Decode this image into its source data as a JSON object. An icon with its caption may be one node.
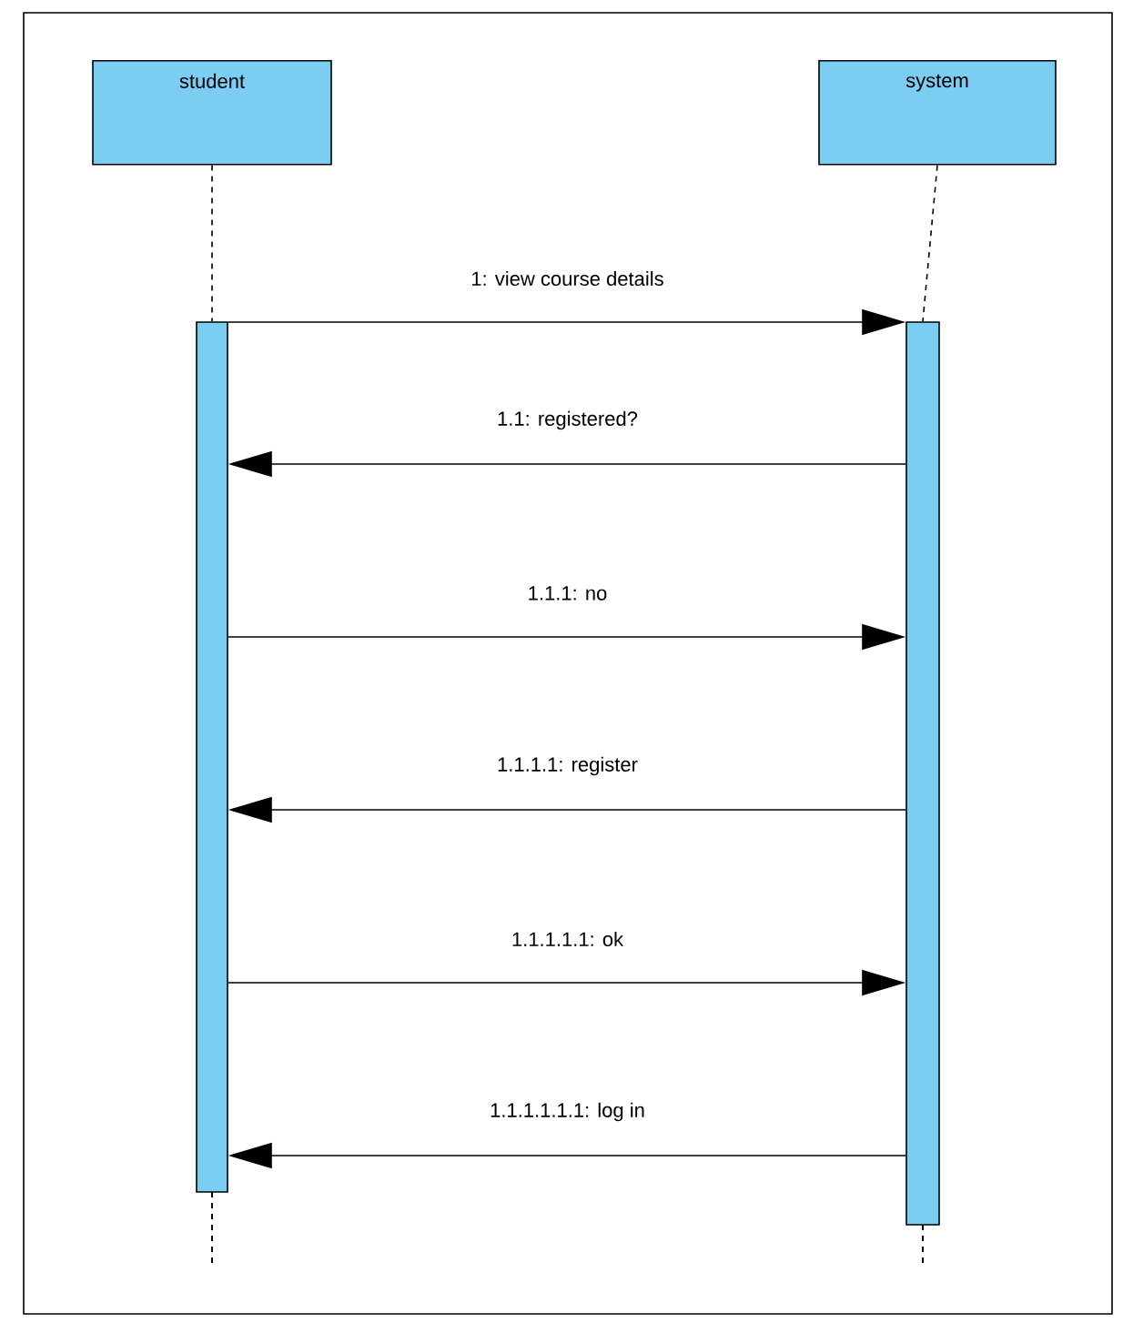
{
  "diagram": {
    "nodes": [
      {
        "text": [
          "student"
        ]
      },
      {
        "text": [
          "system"
        ]
      },
      {
        "text": [],
        "shape": "bar"
      },
      {
        "text": [],
        "shape": "bar"
      }
    ],
    "edges": [
      {
        "from": 0,
        "to": 2,
        "arrow": "none",
        "style": "dashed"
      },
      {
        "from": 1,
        "to": 3,
        "arrow": "none",
        "style": "dashed"
      },
      {
        "from": 2,
        "to": 3,
        "arrow": "to",
        "label": "1: view course details"
      },
      {
        "from": 3,
        "to": 2,
        "arrow": "to",
        "label": "1.1: registered?"
      },
      {
        "from": 2,
        "to": 3,
        "arrow": "to",
        "label": "1.1.1: no"
      },
      {
        "from": 3,
        "to": 2,
        "arrow": "to",
        "label": "1.1.1.1: register"
      },
      {
        "from": 2,
        "to": 3,
        "arrow": "to",
        "label": "1.1.1.1.1: ok"
      },
      {
        "from": 3,
        "to": 2,
        "arrow": "to",
        "label": "1.1.1.1.1.1: log in"
      }
    ]
  }
}
